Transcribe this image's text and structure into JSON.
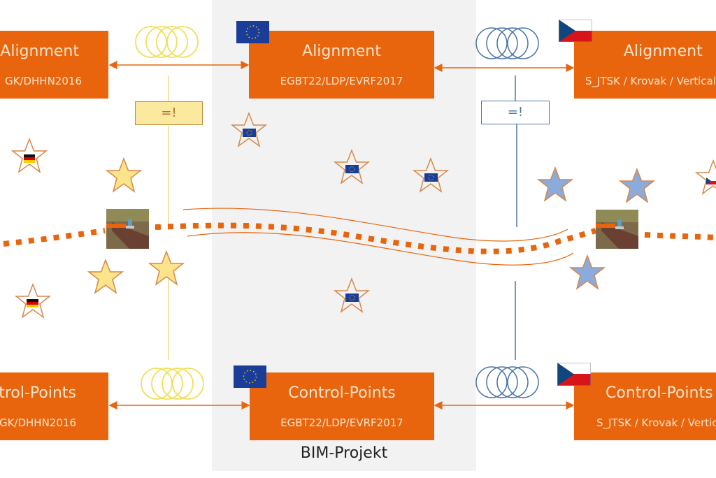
{
  "colors": {
    "orange": "#e8650e",
    "box_text": "#fbe3c8",
    "de_yellow": "#f5e27a",
    "cz_blue": "#4e77a8",
    "panel_gray": "#f2f2f2",
    "eu_blue": "#1a3d9a"
  },
  "panels": {
    "center_caption": "BIM-Projekt"
  },
  "boxes": {
    "de_alignment": {
      "title": "Alignment",
      "subtitle": "GK/DHHN2016",
      "flag": "germany-flag"
    },
    "eu_alignment": {
      "title": "Alignment",
      "subtitle": "EGBT22/LDP/EVRF2017",
      "flag": "eu-flag"
    },
    "cz_alignment": {
      "title": "Alignment",
      "subtitle": "S_JTSK / Krovak / Vertical",
      "flag": "czech-flag"
    },
    "de_control": {
      "title": "Control-Points",
      "subtitle": "GK/DHHN2016",
      "flag": "germany-flag"
    },
    "eu_control": {
      "title": "Control-Points",
      "subtitle": "EGBT22/LDP/EVRF2017",
      "flag": "eu-flag"
    },
    "cz_control": {
      "title": "Control-Points",
      "subtitle": "S_JTSK / Krovak / Vertical",
      "flag": "czech-flag"
    }
  },
  "transformations": {
    "left_label": "=!",
    "right_label": "=!"
  },
  "stars": {
    "de_flag_stars": 2,
    "de_plain_stars": 3,
    "eu_flag_stars": 4,
    "cz_plain_stars": 3,
    "cz_flag_stars": 1
  }
}
